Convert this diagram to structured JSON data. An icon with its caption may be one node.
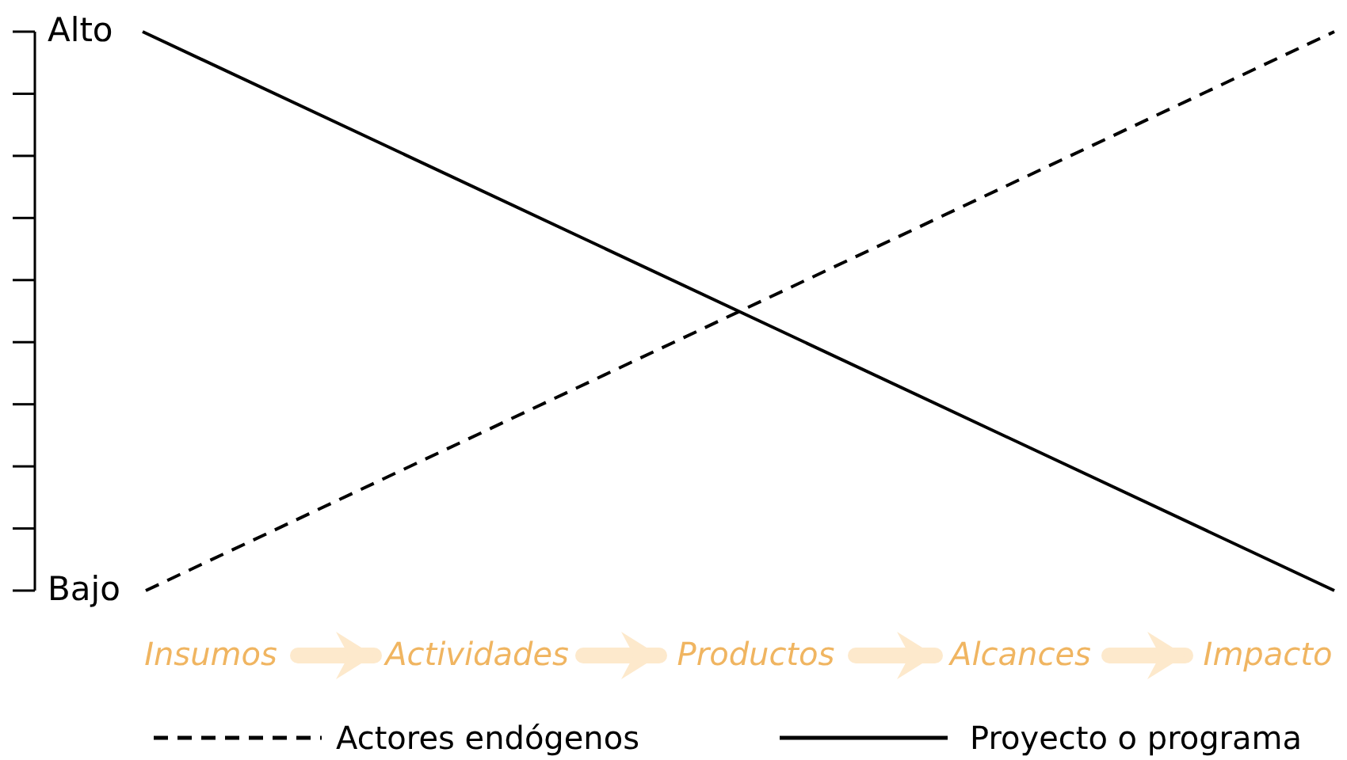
{
  "diagram": {
    "nodes": [
      {
        "text": [
          "Insumos"
        ]
      },
      {
        "text": [
          "Actividades"
        ]
      },
      {
        "text": [
          "Productos"
        ]
      },
      {
        "text": [
          "Alcances"
        ]
      },
      {
        "text": [
          "Impacto"
        ]
      }
    ],
    "edges": [
      {
        "from": 0,
        "to": 1,
        "arrow": "to"
      },
      {
        "from": 1,
        "to": 2,
        "arrow": "to"
      },
      {
        "from": 2,
        "to": 3,
        "arrow": "to"
      },
      {
        "from": 3,
        "to": 4,
        "arrow": "to"
      }
    ],
    "labels": [
      "Alto",
      "Bajo"
    ],
    "legend": [
      {
        "text": "Actores endógenos"
      },
      {
        "text": "Proyecto o programa"
      }
    ]
  }
}
